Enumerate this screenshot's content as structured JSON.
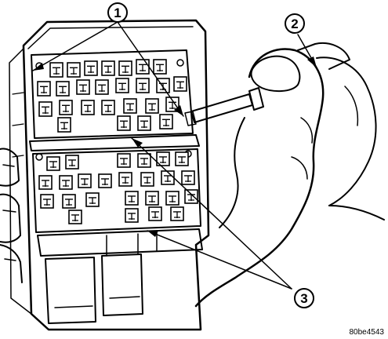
{
  "callouts": [
    {
      "id": "1",
      "label": "1"
    },
    {
      "id": "2",
      "label": "2"
    },
    {
      "id": "3",
      "label": "3"
    }
  ],
  "figure_code": "80be4543"
}
